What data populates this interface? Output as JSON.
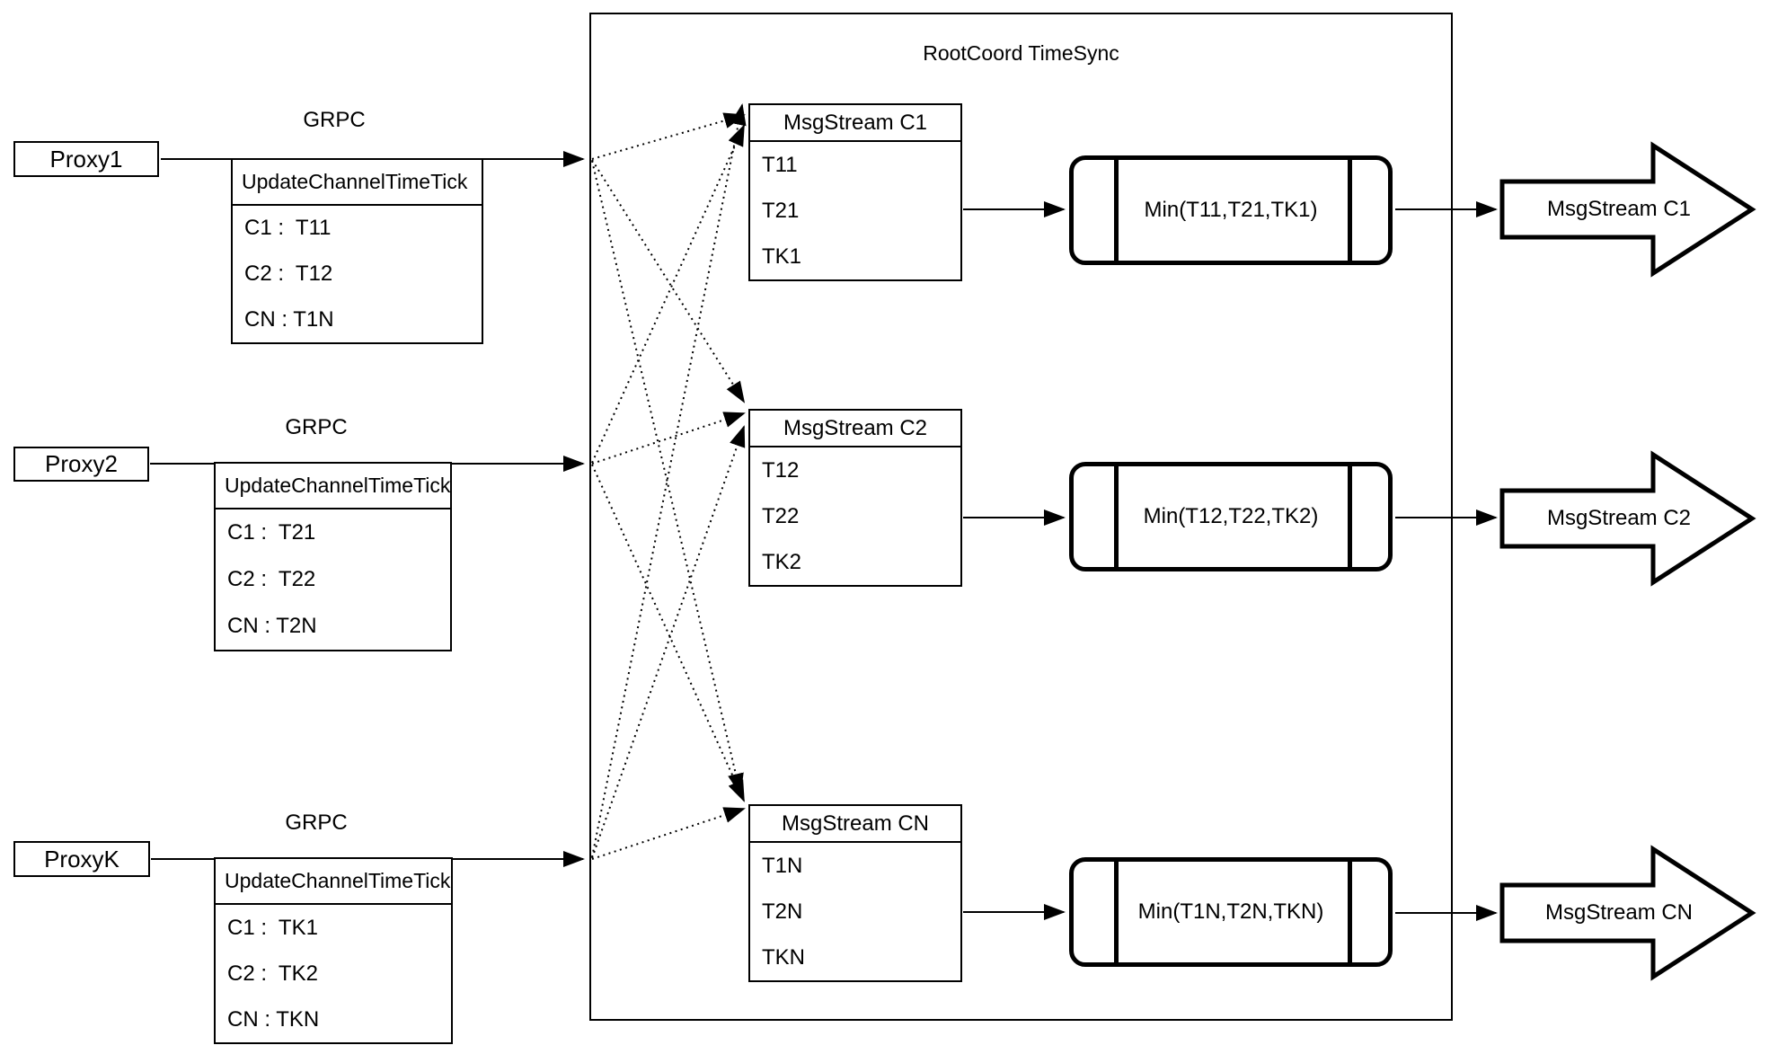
{
  "colors": {
    "ink": "#000000",
    "background": "#ffffff"
  },
  "root_box": {
    "title": "RootCoord TimeSync"
  },
  "rows": [
    {
      "proxy_label": "Proxy1",
      "grpc_label": "GRPC",
      "update_table": {
        "header": "UpdateChannelTimeTick",
        "entries": [
          "C1 :  T11",
          "C2 :  T12",
          "CN : T1N"
        ]
      },
      "stream_table": {
        "header": "MsgStream C1",
        "entries": [
          "T11",
          "T21",
          "TK1"
        ]
      },
      "min_label": "Min(T11,T21,TK1)",
      "output_label": "MsgStream C1"
    },
    {
      "proxy_label": "Proxy2",
      "grpc_label": "GRPC",
      "update_table": {
        "header": "UpdateChannelTimeTick",
        "entries": [
          "C1 :  T21",
          "C2 :  T22",
          "CN : T2N"
        ]
      },
      "stream_table": {
        "header": "MsgStream C2",
        "entries": [
          "T12",
          "T22",
          "TK2"
        ]
      },
      "min_label": "Min(T12,T22,TK2)",
      "output_label": "MsgStream C2"
    },
    {
      "proxy_label": "ProxyK",
      "grpc_label": "GRPC",
      "update_table": {
        "header": "UpdateChannelTimeTick",
        "entries": [
          "C1 :  TK1",
          "C2 :  TK2",
          "CN : TKN"
        ]
      },
      "stream_table": {
        "header": "MsgStream CN",
        "entries": [
          "T1N",
          "T2N",
          "TKN"
        ]
      },
      "min_label": "Min(T1N,T2N,TKN)",
      "output_label": "MsgStream CN"
    }
  ]
}
